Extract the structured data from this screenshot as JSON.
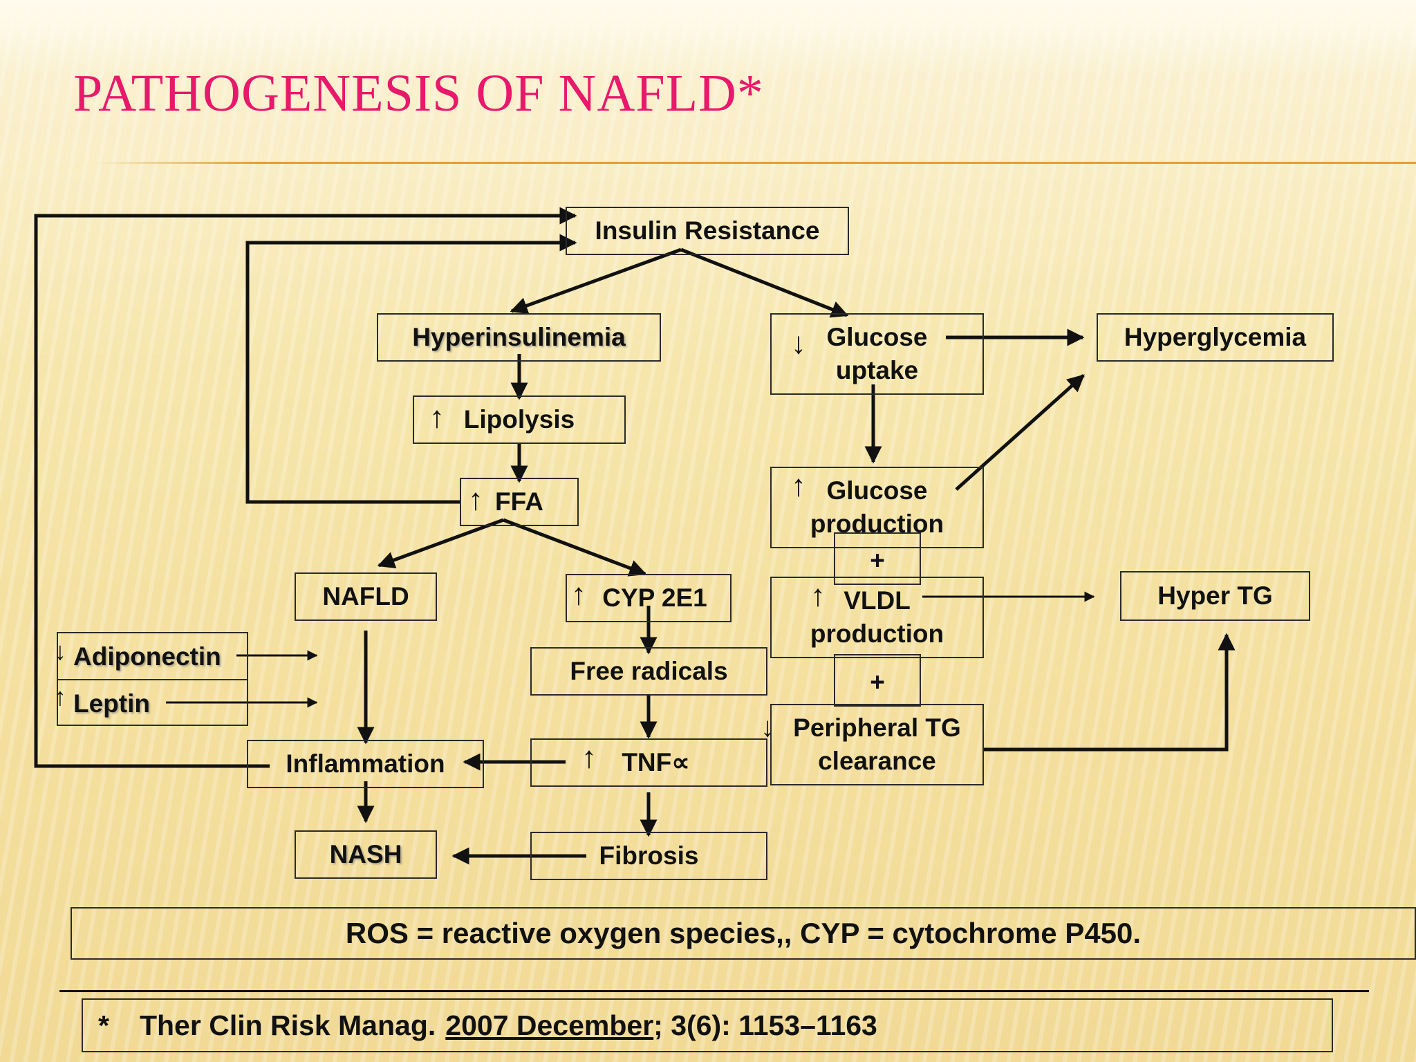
{
  "title": "PATHOGENESIS OF NAFLD*",
  "nodes": {
    "insulin_resistance": "Insulin Resistance",
    "hyperinsulinemia": "Hyperinsulinemia",
    "glucose_uptake": "Glucose\nuptake",
    "hyperglycemia": "Hyperglycemia",
    "lipolysis": "Lipolysis",
    "ffa": "FFA",
    "glucose_production": "Glucose\nproduction",
    "nafld": "NAFLD",
    "cyp2e1": "CYP 2E1",
    "vldl_production": "VLDL\nproduction",
    "hyper_tg": "Hyper TG",
    "adiponectin": "Adiponectin",
    "leptin": "Leptin",
    "free_radicals": "Free radicals",
    "peripheral_tg": "Peripheral TG\nclearance",
    "inflammation": "Inflammation",
    "tnf": "TNF∝",
    "nash": "NASH",
    "fibrosis": "Fibrosis",
    "plus": "+"
  },
  "symbols": {
    "up": "↑",
    "down": "↓"
  },
  "note": "ROS = reactive oxygen species,, CYP = cytochrome P450.",
  "reference": {
    "marker": "*",
    "journal": "Ther Clin Risk Manag.",
    "date": "2007 December",
    "rest": "; 3(6): 1153–1163"
  }
}
